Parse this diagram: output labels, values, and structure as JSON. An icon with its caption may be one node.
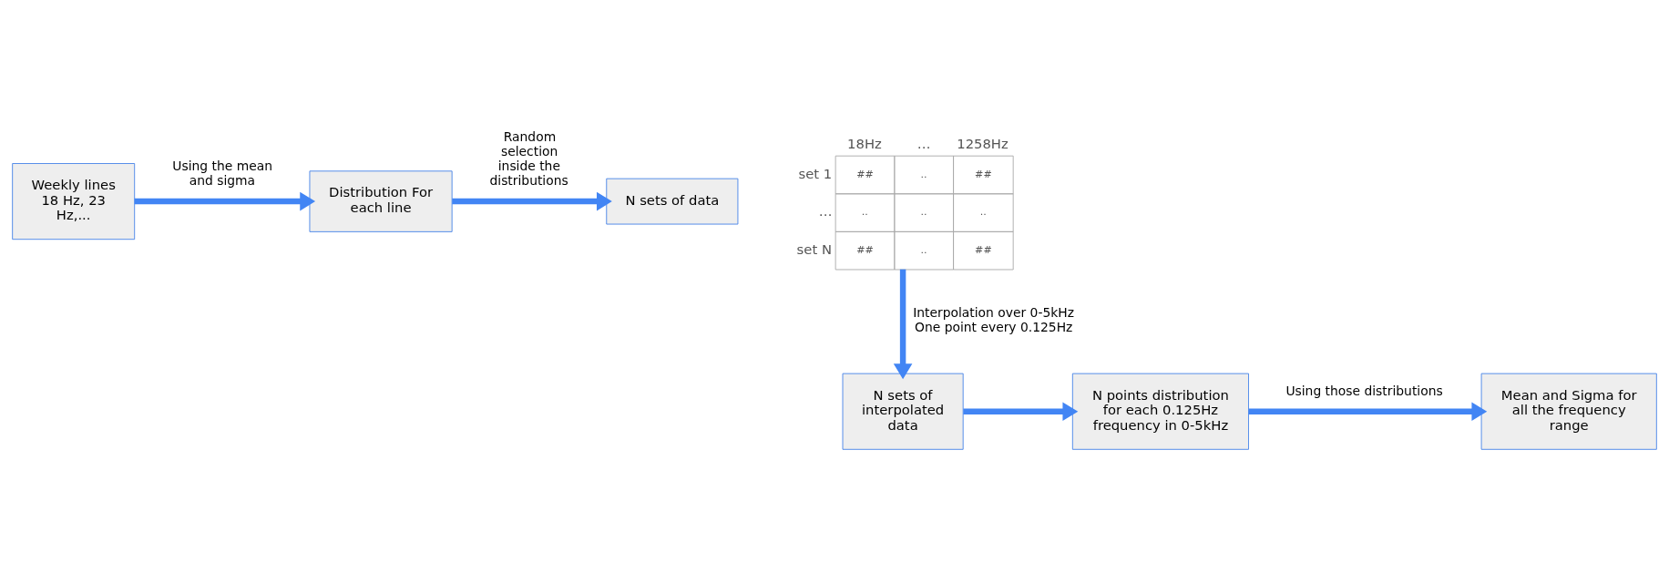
{
  "diagram": {
    "nodes": [
      {
        "text": [
          "Weekly lines 18 Hz, 23 Hz,..."
        ]
      },
      {
        "text": [
          "Distribution For each line"
        ]
      },
      {
        "text": [
          "N sets of data"
        ]
      },
      {
        "text": [
          "18Hz",
          "…",
          "1258Hz",
          "set 1",
          "##",
          "..",
          "##",
          "…",
          "..",
          "..",
          "..",
          "set N",
          "##",
          "..",
          "##"
        ]
      },
      {
        "text": [
          "N sets of interpolated data"
        ]
      },
      {
        "text": [
          "N points distribution for each 0.125Hz frequency in 0-5kHz"
        ]
      },
      {
        "text": [
          "Mean and Sigma for all the frequency range"
        ]
      }
    ],
    "edges": [
      {
        "from": 0,
        "to": 1,
        "arrow": "to",
        "label": "Using the mean and sigma"
      },
      {
        "from": 1,
        "to": 2,
        "arrow": "to",
        "label": "Random selection inside the distributions"
      },
      {
        "from": 3,
        "to": 4,
        "arrow": "to",
        "label": "Interpolation over 0-5kHz One point every 0.125Hz"
      },
      {
        "from": 4,
        "to": 5,
        "arrow": "to"
      },
      {
        "from": 5,
        "to": 6,
        "arrow": "to",
        "label": "Using those distributions"
      }
    ]
  }
}
